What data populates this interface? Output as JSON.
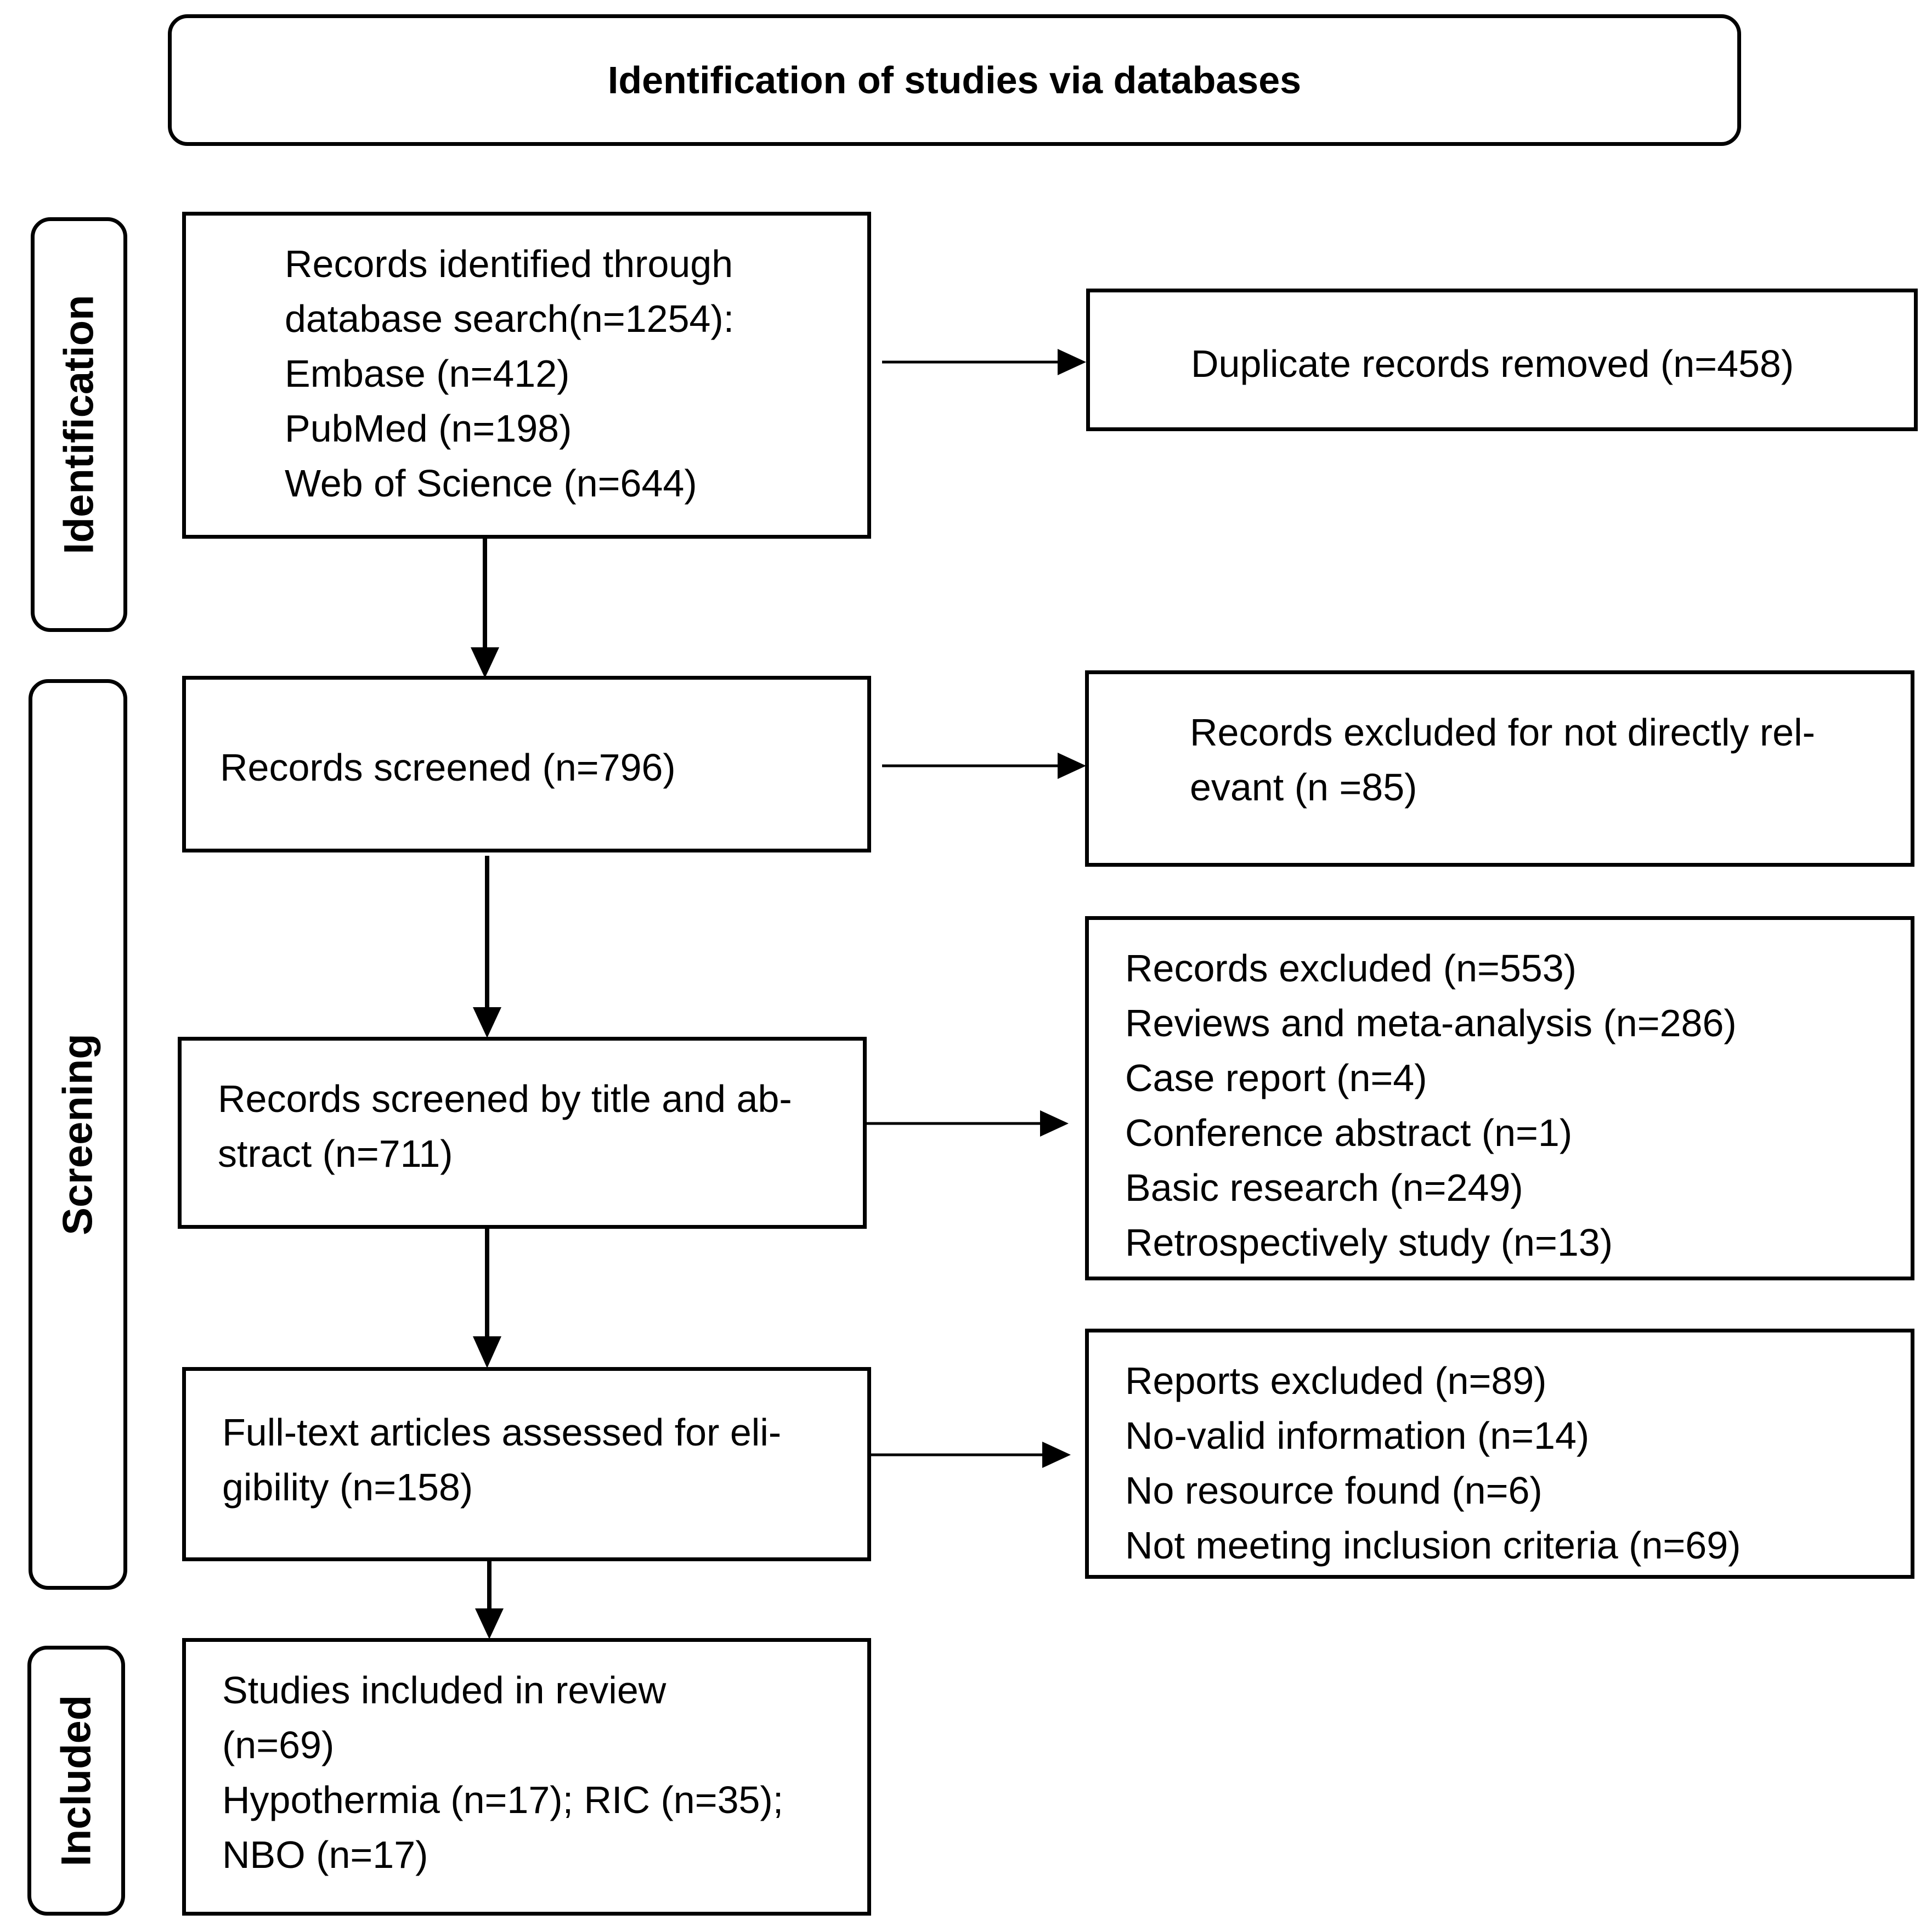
{
  "header": {
    "title": "Identification of studies via databases"
  },
  "phases": {
    "identification": "Identification",
    "screening": "Screening",
    "included": "Included"
  },
  "boxes": {
    "records_identified": [
      "Records identified through",
      "database search(n=1254):",
      "Embase (n=412)",
      "PubMed (n=198)",
      "Web of Science (n=644)"
    ],
    "duplicates_removed": [
      "Duplicate records removed (n=458)"
    ],
    "records_screened": [
      "Records screened (n=796)"
    ],
    "excluded_not_relevant": [
      "Records excluded for not directly rel-",
      "evant (n =85)"
    ],
    "screened_title_abstract": [
      "Records screened by title and ab-",
      "stract (n=711)"
    ],
    "records_excluded": [
      "Records excluded (n=553)",
      "Reviews and meta-analysis (n=286)",
      "Case report (n=4)",
      "Conference abstract (n=1)",
      "Basic research (n=249)",
      "Retrospectively study (n=13)"
    ],
    "full_text_assessed": [
      "Full-text articles assessed for eli-",
      "gibility (n=158)"
    ],
    "reports_excluded": [
      "Reports excluded (n=89)",
      "No-valid information (n=14)",
      "No resource found (n=6)",
      "Not meeting inclusion criteria (n=69)"
    ],
    "studies_included": [
      "Studies included in review",
      "(n=69)",
      "Hypothermia (n=17); RIC (n=35);",
      "NBO (n=17)"
    ]
  }
}
